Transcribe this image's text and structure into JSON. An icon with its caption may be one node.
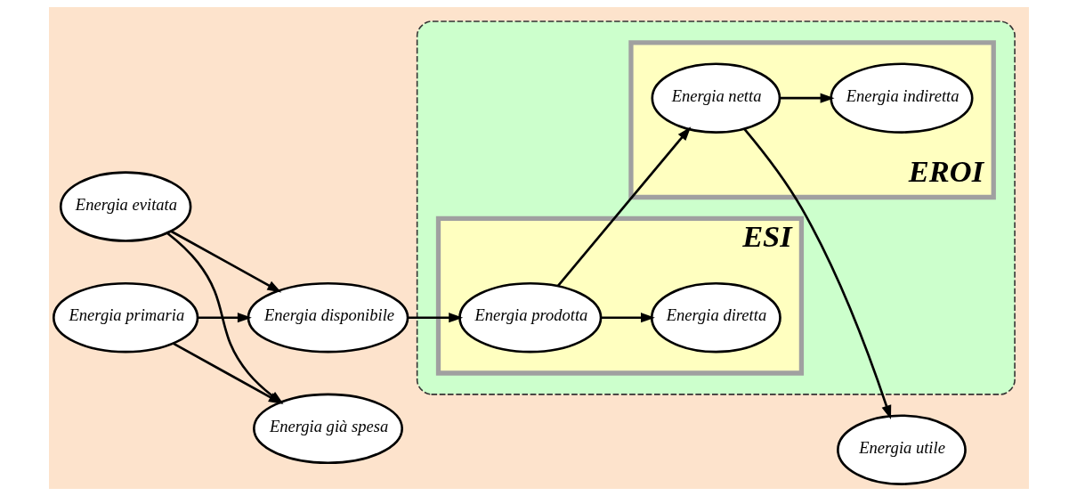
{
  "diagram": {
    "nodes": [
      {
        "text": [
          "Energia evitata"
        ]
      },
      {
        "text": [
          "Energia primaria"
        ]
      },
      {
        "text": [
          "Energia disponibile"
        ]
      },
      {
        "text": [
          "Energia già spesa"
        ]
      },
      {
        "text": [],
        "shape": "box"
      },
      {
        "text": [
          "ESI"
        ],
        "in": 4
      },
      {
        "text": [
          "Energia prodotta"
        ],
        "in": 5
      },
      {
        "text": [
          "Energia diretta"
        ],
        "in": 5
      },
      {
        "text": [
          "EROI"
        ],
        "in": 4
      },
      {
        "text": [
          "Energia netta"
        ],
        "in": 8
      },
      {
        "text": [
          "Energia indiretta"
        ],
        "in": 8
      },
      {
        "text": [
          "Energia utile"
        ]
      }
    ],
    "edges": [
      {
        "from": 1,
        "to": 2,
        "arrow": "to"
      },
      {
        "from": 0,
        "to": 2,
        "arrow": "to"
      },
      {
        "from": 1,
        "to": 3,
        "arrow": "to"
      },
      {
        "from": 0,
        "to": 3,
        "arrow": "to"
      },
      {
        "from": 2,
        "to": 6,
        "arrow": "to"
      },
      {
        "from": 6,
        "to": 7,
        "arrow": "to"
      },
      {
        "from": 6,
        "to": 9,
        "arrow": "to"
      },
      {
        "from": 9,
        "to": 11,
        "arrow": "to"
      },
      {
        "from": 9,
        "to": 10,
        "arrow": "to"
      }
    ]
  }
}
